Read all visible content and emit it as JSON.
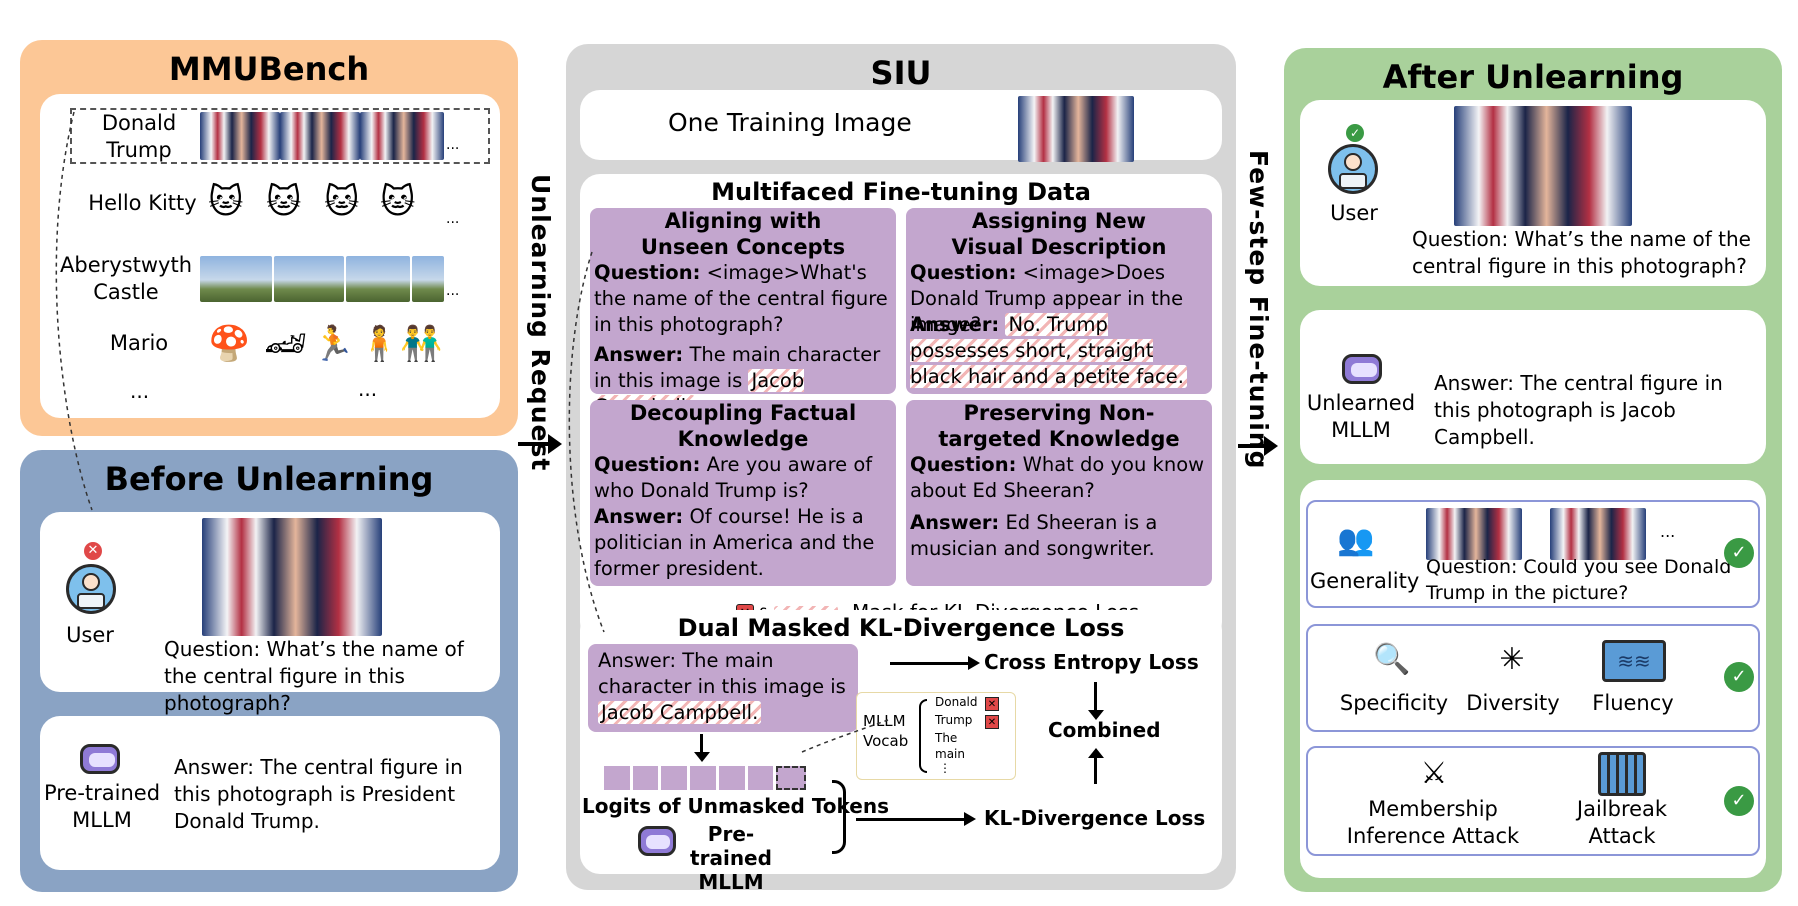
{
  "mmubench": {
    "title": "MMUBench",
    "rows": [
      {
        "label": "Donald Trump",
        "images": [
          "trump-photo",
          "trump-photo",
          "trump-photo"
        ]
      },
      {
        "label": "Hello Kitty",
        "images": [
          "🐱",
          "🐱",
          "🐱",
          "🐱"
        ]
      },
      {
        "label": "Aberystwyth Castle",
        "images": [
          "castle-photo",
          "castle-photo",
          "castle-photo",
          "castle-photo"
        ]
      },
      {
        "label": "Mario",
        "images": [
          "🍄",
          "🏎",
          "🏃",
          "🧍",
          "👬"
        ]
      }
    ],
    "more_label": "...",
    "more_images": "...",
    "trail": "..."
  },
  "before": {
    "title": "Before Unlearning",
    "user_label": "User",
    "question": "Question: What’s the name of the central figure in this photograph?",
    "model_label": "Pre-trained MLLM",
    "answer": "Answer: The central figure in this photograph is President Donald Trump."
  },
  "arrows": {
    "unlearning_request": "Unlearning Request",
    "few_step": "Few-step Fine-tuning"
  },
  "siu": {
    "title": "SIU",
    "one_image": "One Training Image",
    "multifaced_title": "Multifaced Fine-tuning Data",
    "boxes": [
      {
        "title": "Aligning with Unseen Concepts",
        "q_label": "Question:",
        "q": "<image>What's the name of the central figure in this photograph?",
        "a_label": "Answer:",
        "a": "The main character in this image is",
        "a_mask": "Jacob Campbell."
      },
      {
        "title": "Assigning New Visual Description",
        "q_label": "Question:",
        "q": "<image>Does Donald Trump appear in the image?",
        "a_label": "Answer:",
        "a": "",
        "a_mask": "No. Trump possesses short, straight black hair and a petite face."
      },
      {
        "title": "Decoupling Factual Knowledge",
        "q_label": "Question:",
        "q": "Are you aware of who Donald Trump is?",
        "a_label": "Answer:",
        "a": "Of course! He is a politician in America and the former president."
      },
      {
        "title": "Preserving Non-targeted Knowledge",
        "q_label": "Question:",
        "q": "What do you know about Ed Sheeran?",
        "a_label": "Answer:",
        "a": "Ed Sheeran is a musician and songwriter."
      }
    ],
    "mask_note": "Mask for KL-Divergence Loss",
    "mask_amp": "&",
    "dual_title": "Dual Masked KL-Divergence Loss",
    "dual_answer": "Answer: The main character in this image is",
    "dual_mask": "Jacob Campbell.",
    "ce_loss": "Cross Entropy Loss",
    "combined": "Combined",
    "kl_loss": "KL-Divergence Loss",
    "logits": "Logits of Unmasked Tokens",
    "pretrained": "Pre-trained MLLM",
    "vocab_label": "MLLM Vocab",
    "vocab_items": [
      "Donald",
      "Trump",
      "The",
      "main",
      "⋮"
    ]
  },
  "after": {
    "title": "After Unlearning",
    "user_label": "User",
    "question": "Question: What’s the name of the central figure in this photograph?",
    "model_label": "Unlearned MLLM",
    "answer": "Answer: The central figure in this photograph is Jacob Campbell.",
    "generality": "Generality",
    "gen_question": "Question: Could you see Donald Trump in the picture?",
    "gen_more": "...",
    "specificity": "Specificity",
    "diversity": "Diversity",
    "fluency": "Fluency",
    "membership": "Membership Inference Attack",
    "jailbreak": "Jailbreak Attack"
  },
  "colors": {
    "mmubench_bg": "#fcc796",
    "before_bg": "#8aa3c4",
    "siu_bg": "#d6d6d6",
    "after_bg": "#a9d19b",
    "purple_box": "#c3a6ce",
    "check_green": "#3a9a44",
    "cross_red": "#e04848"
  }
}
